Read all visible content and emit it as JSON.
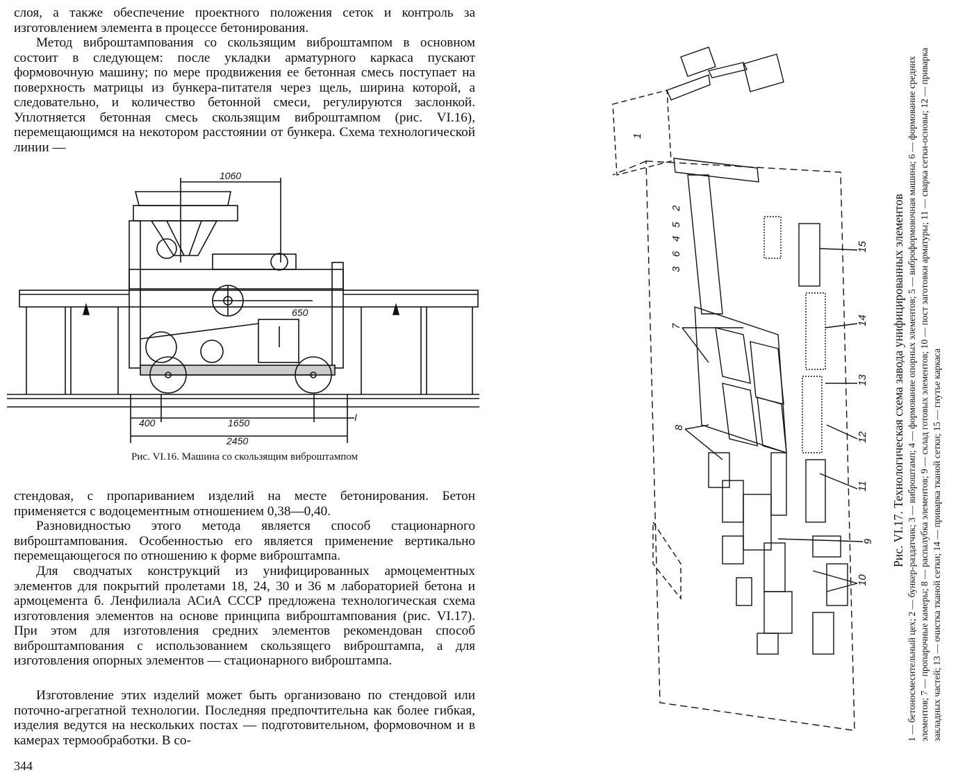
{
  "paragraphs": [
    "слоя, а также обеспечение проектного положения сеток и контроль за изготовлением элемента в процессе бетонирования.",
    "Метод виброштампования со скользящим виброштампом в основном состоит в следующем: после укладки арматурного каркаса пускают формовочную машину; по мере продвижения ее бетонная смесь поступает на поверхность матрицы из бункера-питателя через щель, ширина которой, а следовательно, и количество бетонной смеси, регулируются заслонкой. Уплотняется бетонная смесь скользящим виброштампом (рис. VI.16), перемещающимся на некотором расстоянии от бункера. Схема технологической линии —",
    "стендовая, с пропариванием изделий на месте бетонирования. Бетон применяется с водоцементным отношением 0,38—0,40.",
    "Разновидностью этого метода является способ стационарного виброштампования. Особенностью его является применение вертикально перемещающегося по отношению к форме виброштампа.",
    "Для сводчатых конструкций из унифицированных армоцементных элементов для покрытий пролетами 18, 24, 30 и 36 м лабораторией бетона и армоцемента б. Ленфилиала АСиА СССР предложена технологическая схема изготовления элементов на основе принципа виброштампования (рис. VI.17). При этом для изготовления средних элементов рекомендован способ виброштампования с использованием скользящего виброштампа, а для изготовления опорных элементов — стационарного виброштампа.",
    "Изготовление этих изделий может быть организовано по стендовой или поточно-агрегатной технологии. Последняя предпочтительна как более гибкая, изделия ведутся на нескольких постах — подготовительном, формовочном и в камерах термообработки. В со-"
  ],
  "figure1": {
    "caption": "Рис. VI.16. Машина со скользящим виброштампом",
    "dims": {
      "top": "1060",
      "mid": "650",
      "bottom_left": "400",
      "bottom_mid": "1650",
      "total": "2450",
      "marker": "I"
    }
  },
  "figure2": {
    "caption_title": "Рис. VI.17. Технологическая схема завода унифицированных элементов",
    "caption_legend": "1 — бетоносмесительный цех; 2 — бункер-раздатчик; 3 — виброштамп; 4 — формование опорных элементов; 5 — виброформовочная машина; 6 — формование средних элементов; 7 — пропарочные камеры; 8 — распалубка элементов; 9 — склад готовых элементов; 10 — пост заготовки арматуры; 11 — сварка сетки-основы; 12 — приварка закладных частей; 13 — очистка тканой сетки; 14 — приварка тканой сетки; 15 — гнутье каркаса",
    "labels": [
      "1",
      "2",
      "5",
      "4",
      "6",
      "3",
      "7",
      "8",
      "9",
      "10",
      "11",
      "12",
      "13",
      "14",
      "15"
    ]
  },
  "page_number": "344"
}
